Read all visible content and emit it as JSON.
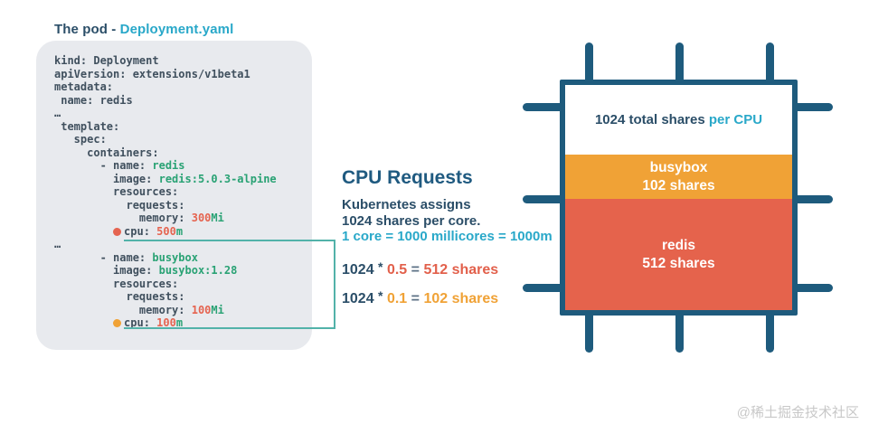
{
  "title": {
    "main": "The pod - ",
    "file": "Deployment.yaml"
  },
  "code_panel": {
    "lines": [
      [
        {
          "t": "kind: Deployment",
          "c": "n"
        }
      ],
      [
        {
          "t": "apiVersion: extensions/v1beta1",
          "c": "n"
        }
      ],
      [
        {
          "t": "metadata:",
          "c": "n"
        }
      ],
      [
        {
          "t": " name: redis",
          "c": "n"
        }
      ],
      [
        {
          "t": "…",
          "c": "n"
        }
      ],
      [
        {
          "t": " template:",
          "c": "n"
        }
      ],
      [
        {
          "t": "   spec:",
          "c": "n"
        }
      ],
      [
        {
          "t": "     containers:",
          "c": "n"
        }
      ],
      [
        {
          "t": "       - name: ",
          "c": "n"
        },
        {
          "t": "redis",
          "c": "g"
        }
      ],
      [
        {
          "t": "         image: ",
          "c": "n"
        },
        {
          "t": "redis:5.0.3-alpine",
          "c": "g"
        }
      ],
      [
        {
          "t": "         resources:",
          "c": "n"
        }
      ],
      [
        {
          "t": "           requests:",
          "c": "n"
        }
      ],
      [
        {
          "t": "             memory: ",
          "c": "n"
        },
        {
          "t": "300",
          "c": "r"
        },
        {
          "t": "Mi",
          "c": "g"
        }
      ],
      [
        {
          "t": "         ",
          "c": "n"
        },
        {
          "dot": "redis"
        },
        {
          "t": "cpu: ",
          "c": "n"
        },
        {
          "t": "500",
          "c": "r"
        },
        {
          "t": "m",
          "c": "g"
        }
      ],
      [
        {
          "t": "…",
          "c": "n"
        }
      ],
      [
        {
          "t": "       - name: ",
          "c": "n"
        },
        {
          "t": "busybox",
          "c": "g"
        }
      ],
      [
        {
          "t": "         image: ",
          "c": "n"
        },
        {
          "t": "busybox:1.28",
          "c": "g"
        }
      ],
      [
        {
          "t": "         resources:",
          "c": "n"
        }
      ],
      [
        {
          "t": "           requests:",
          "c": "n"
        }
      ],
      [
        {
          "t": "             memory: ",
          "c": "n"
        },
        {
          "t": "100",
          "c": "r"
        },
        {
          "t": "Mi",
          "c": "g"
        }
      ],
      [
        {
          "t": "         ",
          "c": "n"
        },
        {
          "dot": "busybox"
        },
        {
          "t": "cpu: ",
          "c": "n"
        },
        {
          "t": "100",
          "c": "r"
        },
        {
          "t": "m",
          "c": "g"
        }
      ]
    ]
  },
  "cpu_requests": {
    "heading": "CPU Requests",
    "desc_line1": "Kubernetes assigns",
    "desc_line2": "1024 shares per core.",
    "desc_line3": "1 core = 1000 millicores = 1000m",
    "formulas": [
      {
        "base": "1024",
        "op": "*",
        "factor": "0.5",
        "eq": "=",
        "result": "512 shares"
      },
      {
        "base": "1024",
        "op": "*",
        "factor": "0.1",
        "eq": "=",
        "result": "102 shares"
      }
    ]
  },
  "chip": {
    "title_main": "1024 total shares ",
    "title_accent": "per CPU",
    "bands": [
      {
        "name": "busybox",
        "shares": "102 shares",
        "color": "#f0a236"
      },
      {
        "name": "redis",
        "shares": "512 shares",
        "color": "#e5634c"
      }
    ]
  },
  "watermark": "@稀土掘金技术社区",
  "colors": {
    "accent_teal": "#29a8c9",
    "connector_teal": "#52b2a9",
    "navy_text": "#2b4e68",
    "chip_navy": "#1e5b7d",
    "busybox_orange": "#f0a236",
    "redis_tomato": "#e5634c",
    "code_key": "#40505e",
    "code_value_green": "#29a274",
    "code_number_red": "#e56450",
    "panel_gray": "#e8eaee"
  }
}
